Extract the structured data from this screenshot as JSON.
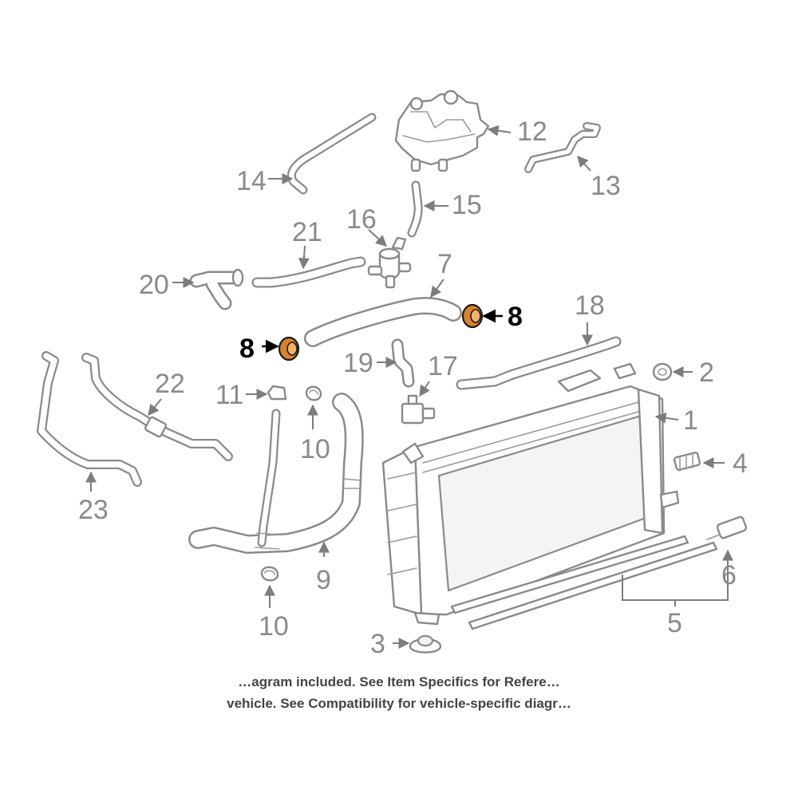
{
  "diagram": {
    "callouts": {
      "c1": "1",
      "c2": "2",
      "c3": "3",
      "c4": "4",
      "c5": "5",
      "c6": "6",
      "c7": "7",
      "c8a": "8",
      "c8b": "8",
      "c9": "9",
      "c10a": "10",
      "c10b": "10",
      "c11": "11",
      "c12": "12",
      "c13": "13",
      "c14": "14",
      "c15": "15",
      "c16": "16",
      "c17": "17",
      "c18": "18",
      "c19": "19",
      "c20": "20",
      "c21": "21",
      "c22": "22",
      "c23": "23"
    },
    "highlighted_part": "8",
    "highlight_color": "#d9822b",
    "line_color": "#8a8a8a"
  },
  "notice": {
    "line1": "…agram included. See Item Specifics for Refere…",
    "line2": "vehicle. See Compatibility for vehicle-specific diagr…"
  }
}
